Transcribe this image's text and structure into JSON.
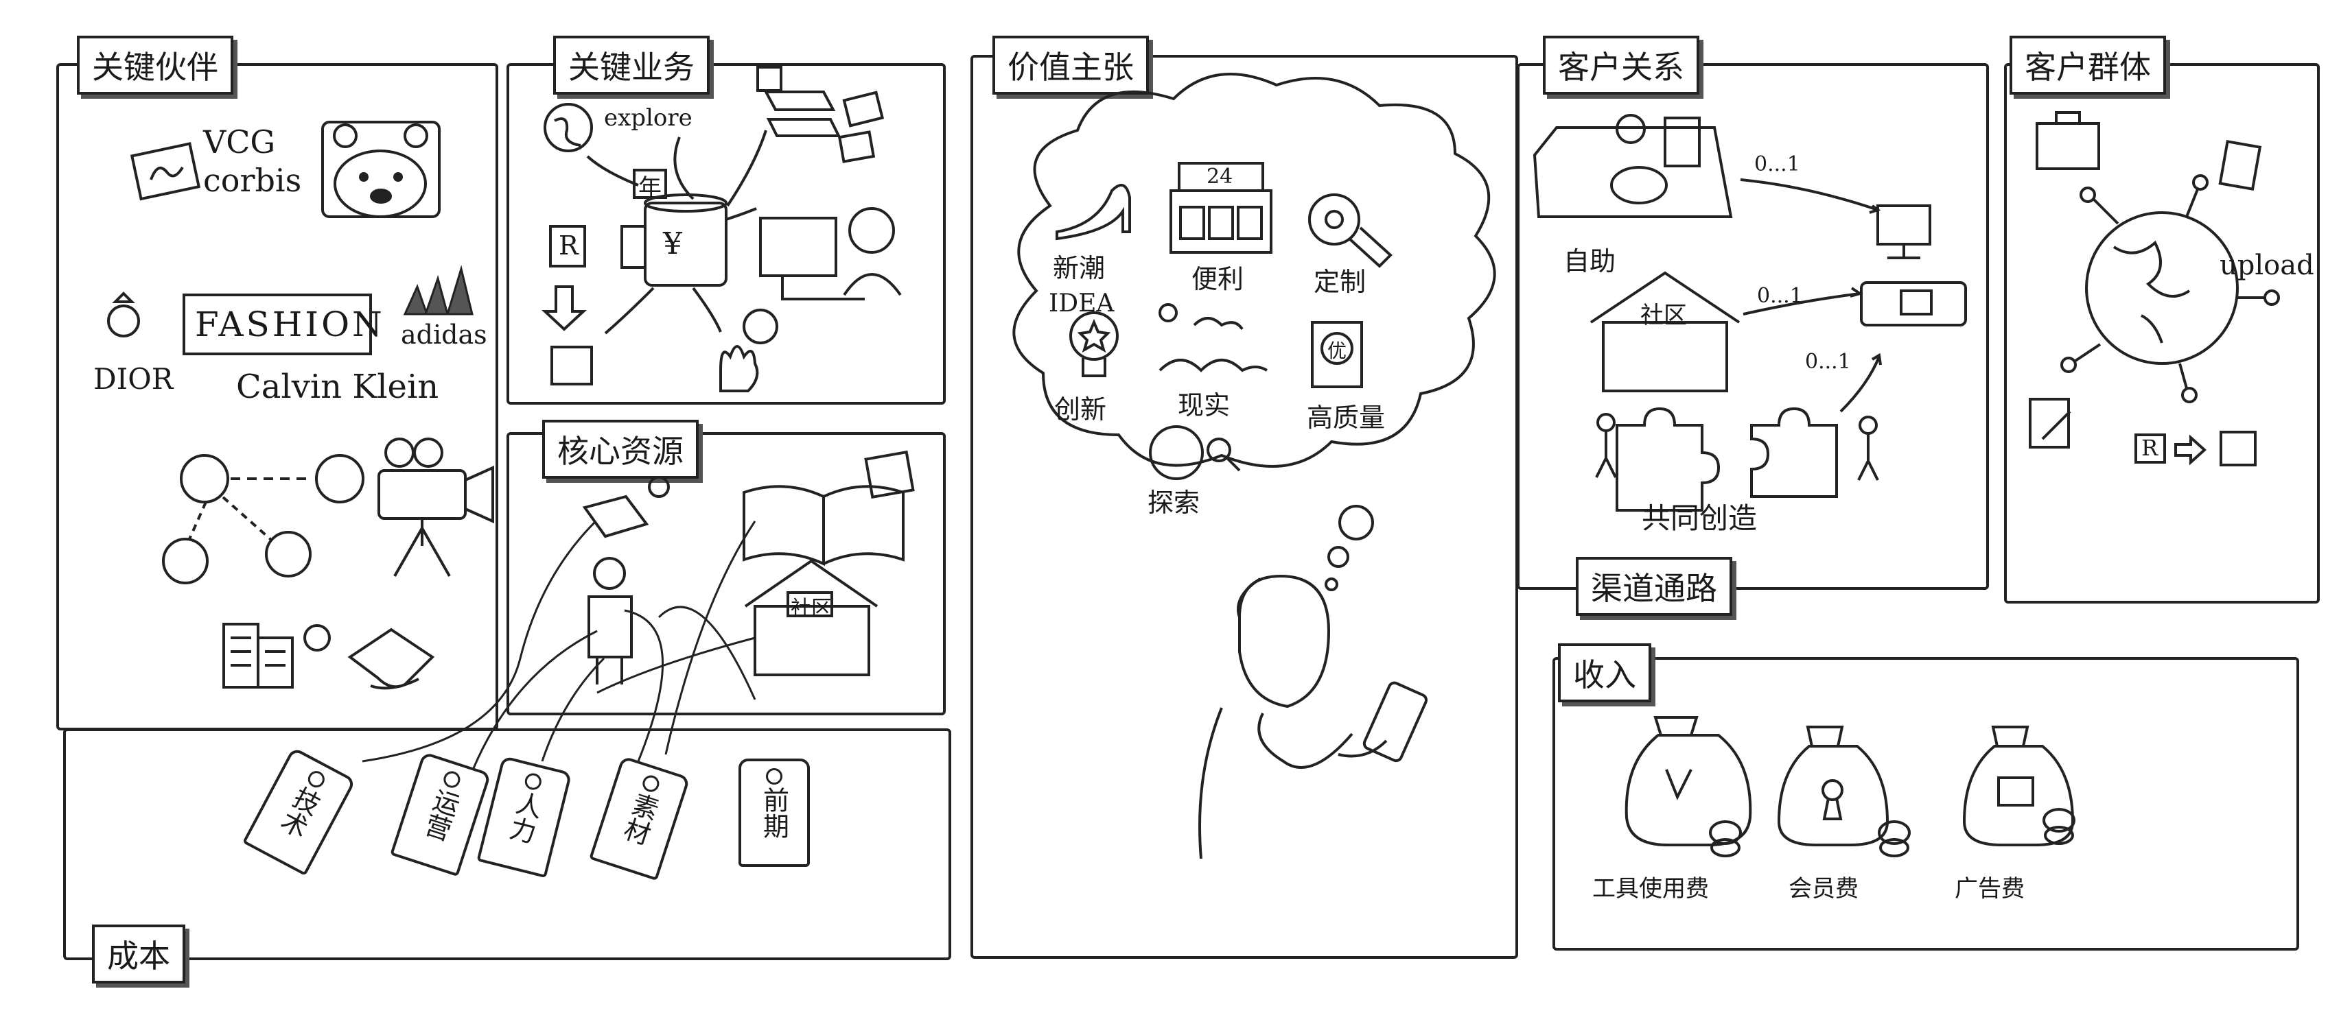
{
  "sections": {
    "key_partners": "关键伙伴",
    "key_activities": "关键业务",
    "key_resources": "核心资源",
    "value_proposition": "价值主张",
    "customer_relationships": "客户关系",
    "channels": "渠道通路",
    "customer_segments": "客户群体",
    "cost_structure": "成本",
    "revenue_streams": "收入"
  },
  "partners": {
    "agency1": "VCG",
    "agency2": "corbis",
    "fashion_sign": "FASHION",
    "brand_dior": "DIOR",
    "brand_ck": "Calvin Klein",
    "brand_adidas": "adidas"
  },
  "activities": {
    "explore_label": "explore",
    "yen_label": "¥",
    "year_label": "年",
    "r_label": "R"
  },
  "resources": {
    "community_label": "社区"
  },
  "value": {
    "items": [
      {
        "id": "trend",
        "label": "新潮"
      },
      {
        "id": "convenient",
        "label": "便利",
        "sign": "24"
      },
      {
        "id": "custom",
        "label": "定制"
      },
      {
        "id": "innovation",
        "label": "创新",
        "sign": "IDEA"
      },
      {
        "id": "reality",
        "label": "现实"
      },
      {
        "id": "quality",
        "label": "高质量",
        "sign": "优"
      },
      {
        "id": "explore",
        "label": "探索"
      }
    ]
  },
  "relationships": {
    "self_service": "自助",
    "community": "社区",
    "co_creation": "共同创造",
    "multiplicity_1": "0...1",
    "multiplicity_2": "0...1",
    "multiplicity_3": "0...1"
  },
  "segments": {
    "upload_label": "upload",
    "r_label": "R"
  },
  "costs": {
    "tags": [
      "技术",
      "运营",
      "人力",
      "素材",
      "前期"
    ]
  },
  "revenue": {
    "items": [
      {
        "label": "工具使用费"
      },
      {
        "label": "会员费"
      },
      {
        "label": "广告费"
      }
    ]
  }
}
